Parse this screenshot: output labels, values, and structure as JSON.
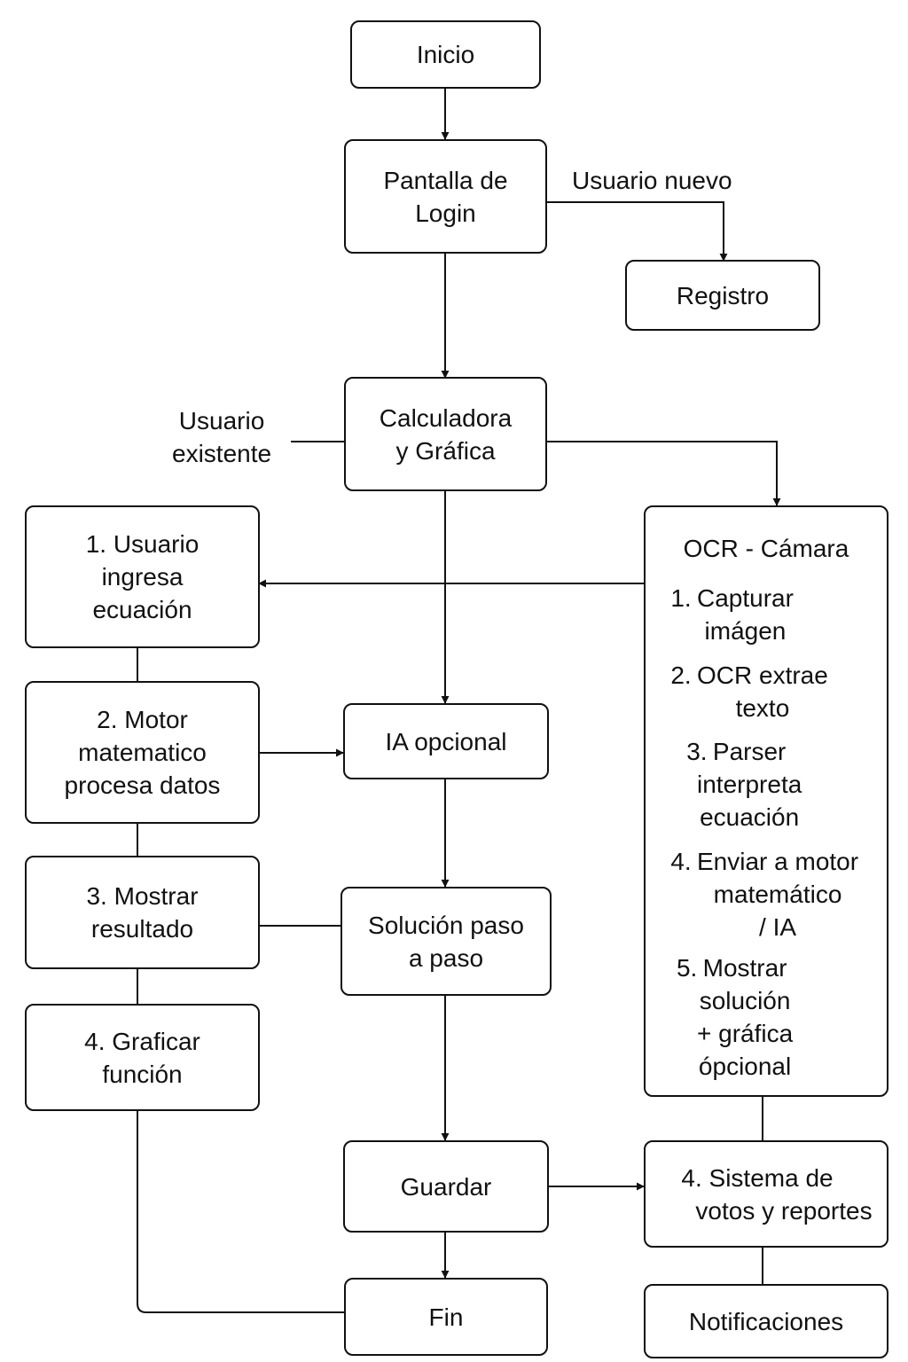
{
  "nodes": {
    "inicio": [
      "Inicio"
    ],
    "login": [
      "Pantalla de",
      "Login"
    ],
    "registro": [
      "Registro"
    ],
    "calc": [
      "Calculadora",
      "y Gráfica"
    ],
    "step1": [
      "1. Usuario",
      "ingresa",
      "ecuación"
    ],
    "step2": [
      "2. Motor",
      "matematico",
      "procesa datos"
    ],
    "step3": [
      "3. Mostrar",
      "resultado"
    ],
    "step4": [
      "4. Graficar",
      "función"
    ],
    "ia": [
      "IA opcional"
    ],
    "solucion": [
      "Solución paso",
      "a paso"
    ],
    "guardar": [
      "Guardar"
    ],
    "fin": [
      "Fin"
    ],
    "votos": [
      "4. Sistema de",
      "votos y reportes"
    ],
    "notificaciones": [
      "Notificaciones"
    ]
  },
  "labels": {
    "usuario_nuevo": "Usuario nuevo",
    "usuario_existente": [
      "Usuario",
      "existente"
    ]
  },
  "ocr": {
    "title": "OCR - Cámara",
    "steps": [
      {
        "num": "1.",
        "lines": [
          "Capturar",
          "imágen"
        ]
      },
      {
        "num": "2.",
        "lines": [
          "OCR extrae",
          "texto"
        ]
      },
      {
        "num": "3.",
        "lines": [
          "Parser",
          "interpreta",
          "ecuación"
        ]
      },
      {
        "num": "4.",
        "lines": [
          "Enviar a motor",
          "matemático",
          "/ IA"
        ]
      },
      {
        "num": "5.",
        "lines": [
          "Mostrar",
          "solución",
          "+ gráfica",
          "ópcional"
        ]
      }
    ]
  }
}
